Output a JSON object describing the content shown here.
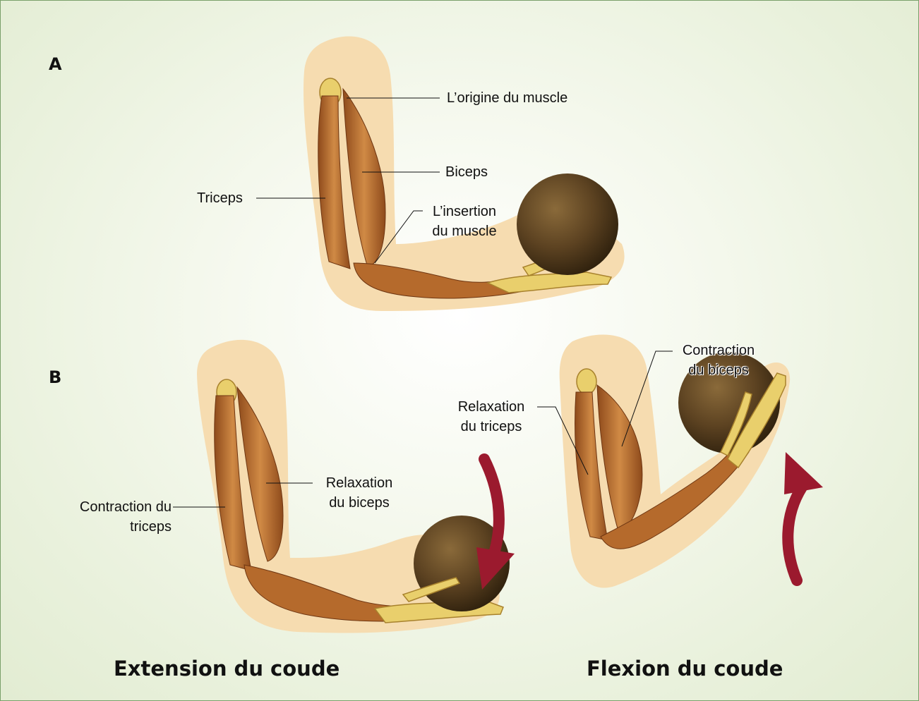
{
  "panels": {
    "a": {
      "letter": "A",
      "labels": {
        "origin": "L’origine du muscle",
        "biceps": "Biceps",
        "triceps": "Triceps",
        "insertion_line1": "L’insertion",
        "insertion_line2": "du muscle"
      }
    },
    "b": {
      "letter": "B",
      "extension": {
        "caption": "Extension du coude",
        "relax_biceps_line1": "Relaxation",
        "relax_biceps_line2": "du biceps",
        "contract_triceps_line1": "Contraction du",
        "contract_triceps_line2": "triceps"
      },
      "flexion": {
        "caption": "Flexion du coude",
        "contract_biceps_line1": "Contraction",
        "contract_biceps_line2": "du biceps",
        "relax_triceps_line1": "Relaxation",
        "relax_triceps_line2": "du triceps"
      }
    }
  },
  "colors": {
    "skin": "#f6dcb0",
    "muscle": "#b56a2c",
    "bone": "#e9cf6c",
    "ball": "#5c4221",
    "arrow": "#9b1a2e"
  }
}
